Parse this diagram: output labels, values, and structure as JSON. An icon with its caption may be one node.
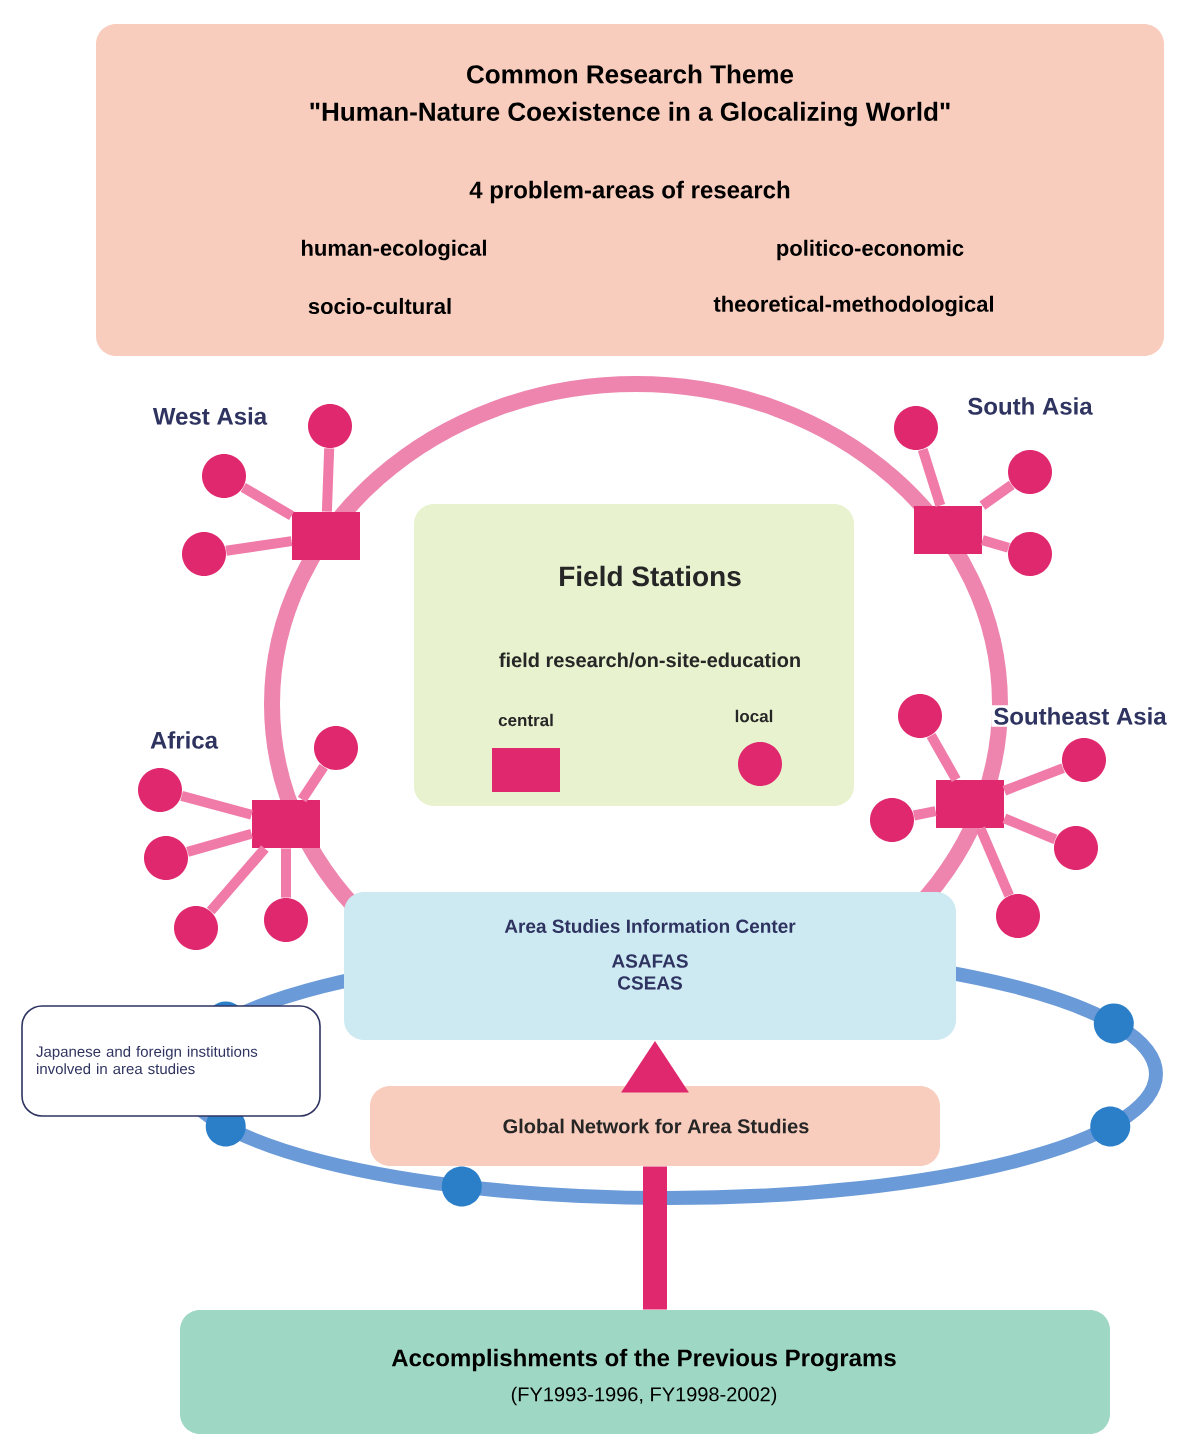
{
  "diagram": {
    "nodes": [
      {
        "text": [
          "Common Research Theme",
          "\"Human-Nature Coexistence in a Glocalizing World\"",
          "4 problem-areas of research",
          "human-ecological",
          "politico-economic",
          "socio-cultural",
          "theoretical-methodological"
        ]
      },
      {
        "text": [],
        "shape": "box"
      },
      {
        "text": [],
        "shape": "box"
      },
      {
        "text": [
          "Field Stations",
          "field research/on-site-education"
        ]
      },
      {
        "text": [],
        "shape": "box"
      },
      {
        "text": [],
        "shape": "box"
      },
      {
        "text": [
          "Area Studies Information Center",
          "ASAFAS CSEAS"
        ]
      },
      {
        "text": [
          "Japanese and foreign institutions involved in area studies"
        ]
      },
      {
        "text": [
          "Global Network for Area Studies"
        ]
      },
      {
        "text": [
          "Accomplishments of the Previous Programs",
          "(FY1993-1996, FY1998-2002)"
        ]
      },
      {
        "text": [],
        "shape": "circle"
      },
      {
        "text": [],
        "shape": "circle"
      },
      {
        "text": [],
        "shape": "circle"
      },
      {
        "text": [],
        "shape": "circle"
      },
      {
        "text": [],
        "shape": "circle"
      },
      {
        "text": [],
        "shape": "circle"
      },
      {
        "text": [],
        "shape": "circle"
      },
      {
        "text": [],
        "shape": "circle"
      },
      {
        "text": [],
        "shape": "circle"
      },
      {
        "text": [],
        "shape": "circle"
      },
      {
        "text": [],
        "shape": "circle"
      },
      {
        "text": [],
        "shape": "circle"
      },
      {
        "text": [],
        "shape": "circle"
      },
      {
        "text": [],
        "shape": "circle"
      },
      {
        "text": [],
        "shape": "circle"
      },
      {
        "text": [],
        "shape": "circle"
      }
    ],
    "edges": [
      {
        "from": 1,
        "to": 10,
        "arrow": "none"
      },
      {
        "from": 1,
        "to": 11,
        "arrow": "none"
      },
      {
        "from": 1,
        "to": 12,
        "arrow": "none"
      },
      {
        "from": 2,
        "to": 13,
        "arrow": "none"
      },
      {
        "from": 2,
        "to": 14,
        "arrow": "none"
      },
      {
        "from": 2,
        "to": 15,
        "arrow": "none"
      },
      {
        "from": 4,
        "to": 16,
        "arrow": "none"
      },
      {
        "from": 4,
        "to": 17,
        "arrow": "none"
      },
      {
        "from": 4,
        "to": 18,
        "arrow": "none"
      },
      {
        "from": 4,
        "to": 19,
        "arrow": "none"
      },
      {
        "from": 4,
        "to": 20,
        "arrow": "none"
      },
      {
        "from": 5,
        "to": 21,
        "arrow": "none"
      },
      {
        "from": 5,
        "to": 22,
        "arrow": "none"
      },
      {
        "from": 5,
        "to": 23,
        "arrow": "none"
      },
      {
        "from": 5,
        "to": 24,
        "arrow": "none"
      },
      {
        "from": 5,
        "to": 25,
        "arrow": "none"
      },
      {
        "from": 9,
        "to": 8,
        "arrow": "none",
        "style": "thick",
        "color": "#e0286e"
      },
      {
        "from": 8,
        "to": 6,
        "arrow": "to",
        "style": "thick",
        "color": "#e0286e"
      }
    ],
    "labels": [
      "West Asia",
      "South Asia",
      "Africa",
      "Southeast Asia"
    ],
    "legend": [
      {
        "text": "central"
      },
      {
        "text": "local"
      }
    ]
  }
}
